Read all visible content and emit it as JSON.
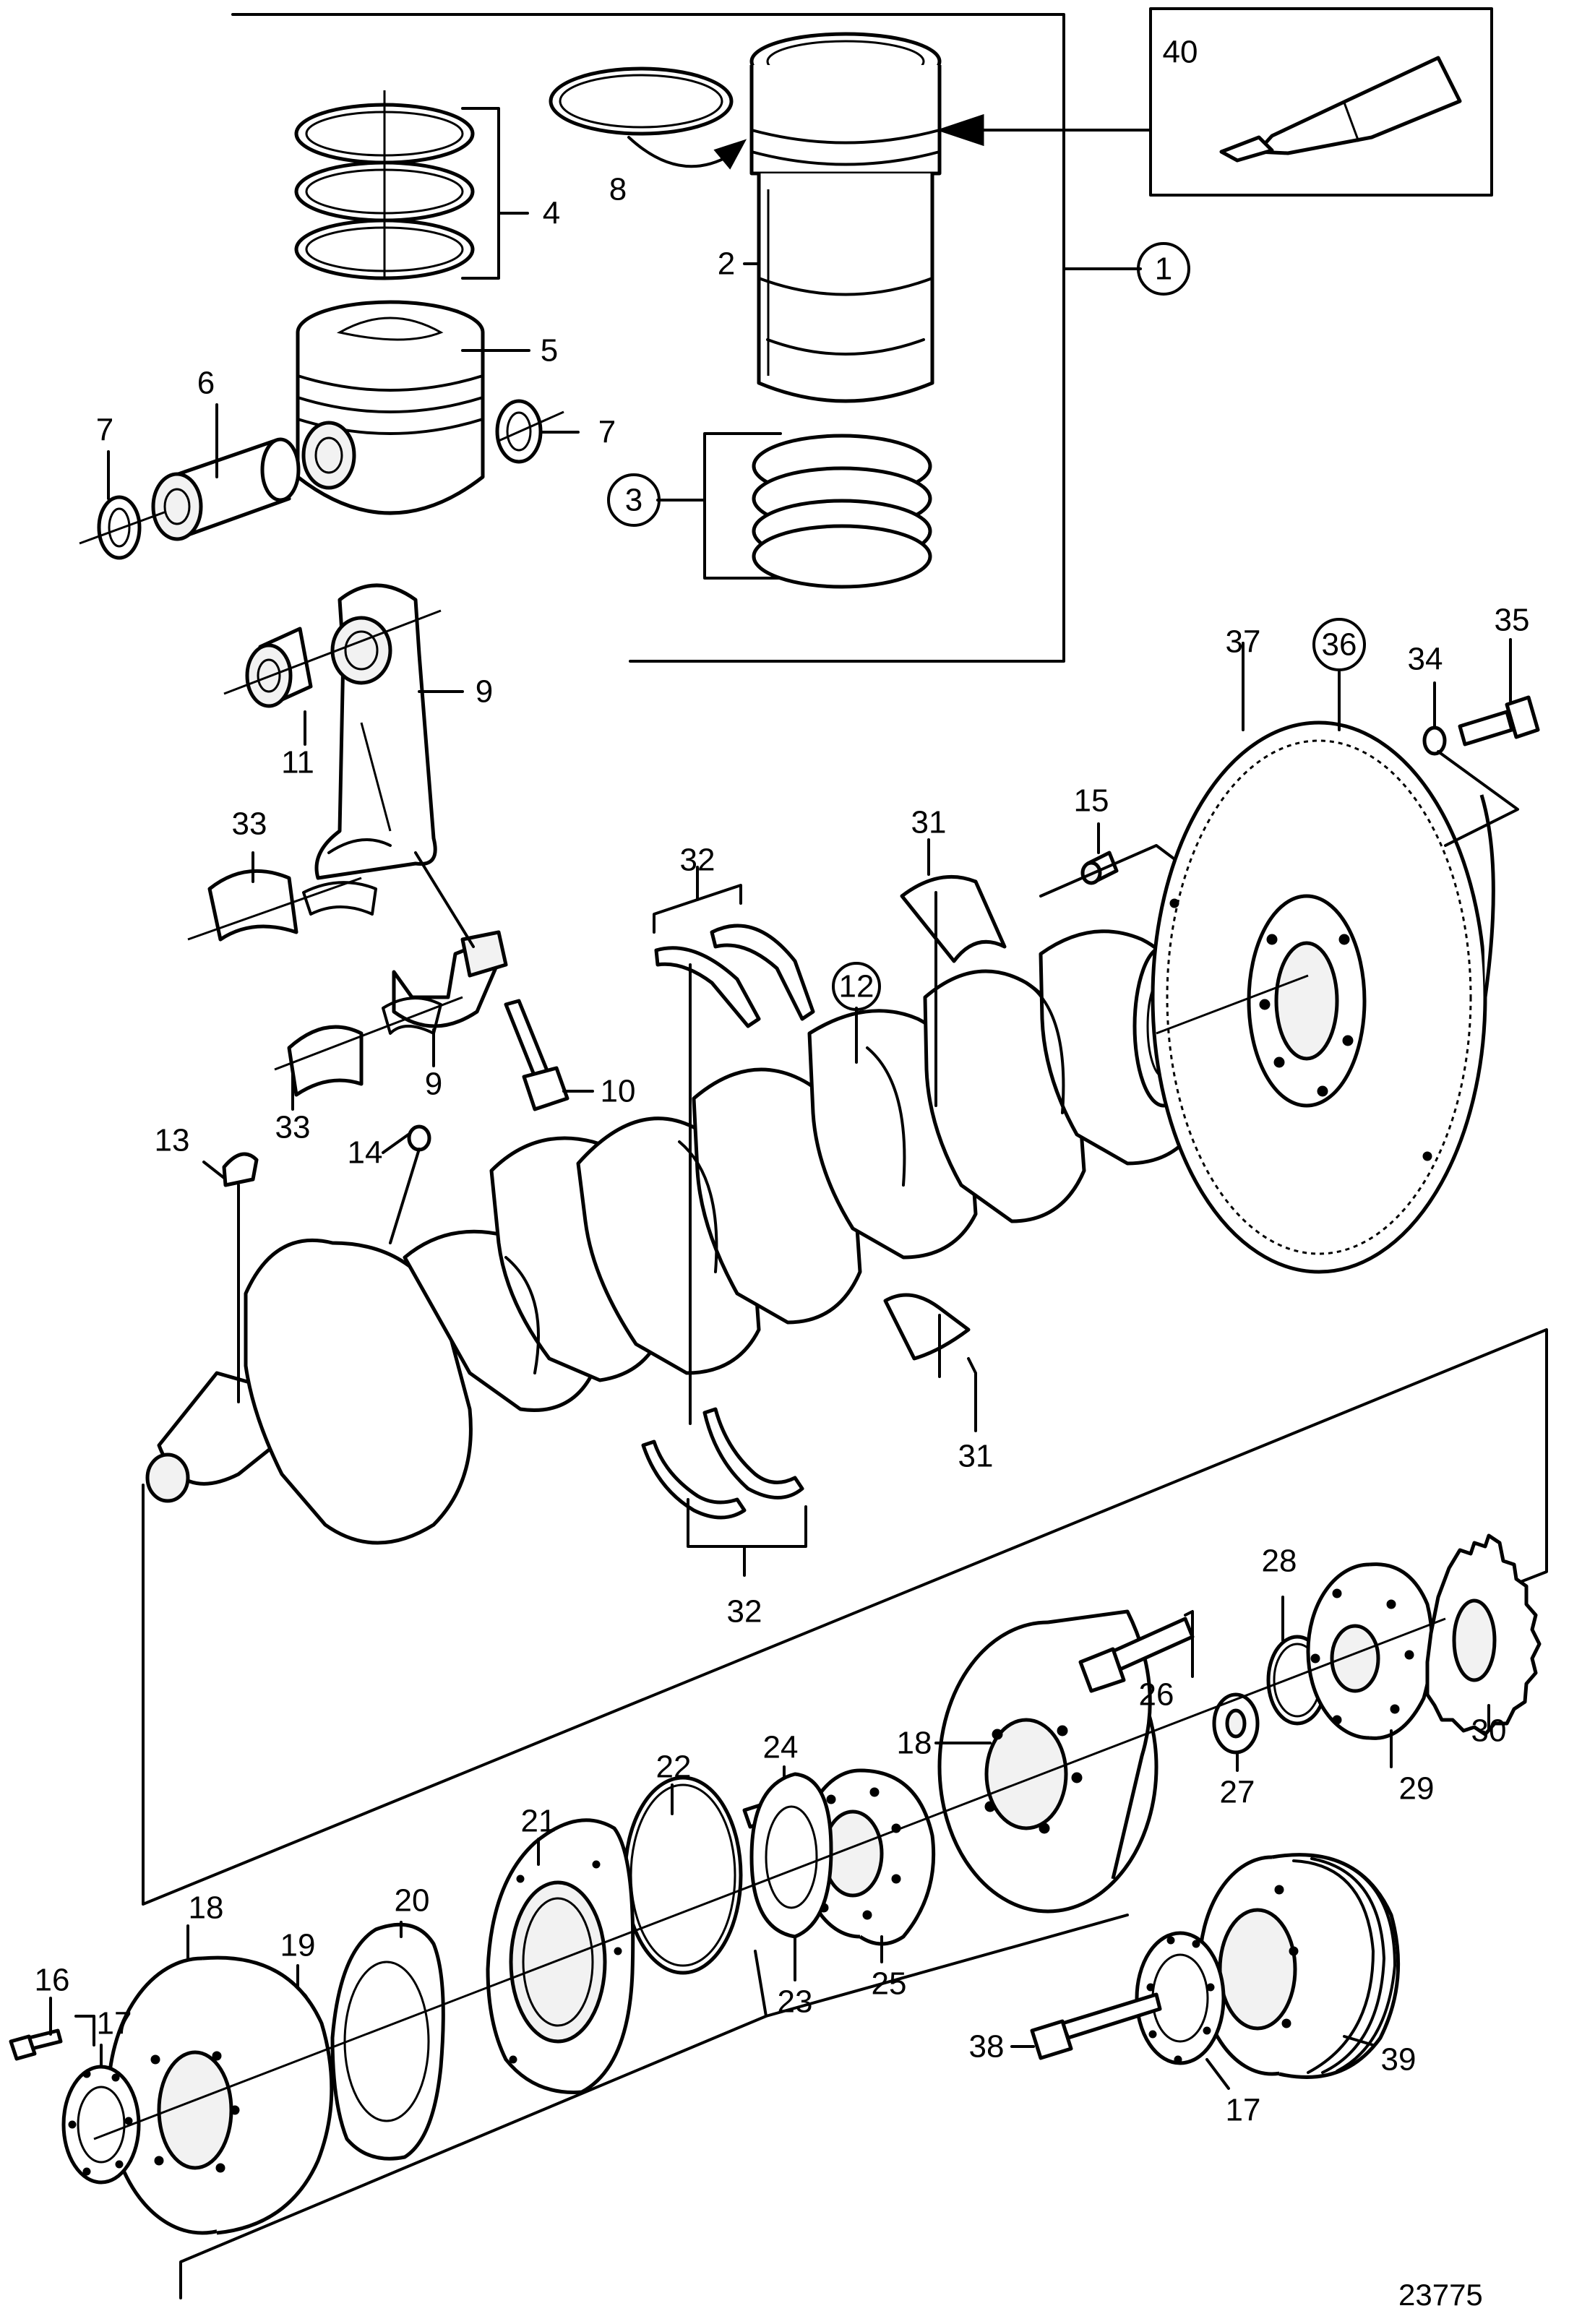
{
  "figure_ref": "23775",
  "callouts": [
    {
      "id": "c1",
      "text": "1",
      "circled": true
    },
    {
      "id": "c2",
      "text": "2"
    },
    {
      "id": "c3",
      "text": "3",
      "circled": true
    },
    {
      "id": "c4",
      "text": "4"
    },
    {
      "id": "c5",
      "text": "5"
    },
    {
      "id": "c6",
      "text": "6"
    },
    {
      "id": "c7a",
      "text": "7"
    },
    {
      "id": "c7b",
      "text": "7"
    },
    {
      "id": "c8",
      "text": "8"
    },
    {
      "id": "c9a",
      "text": "9"
    },
    {
      "id": "c9b",
      "text": "9"
    },
    {
      "id": "c10",
      "text": "10"
    },
    {
      "id": "c11",
      "text": "11"
    },
    {
      "id": "c12",
      "text": "12",
      "circled": true
    },
    {
      "id": "c13",
      "text": "13"
    },
    {
      "id": "c14",
      "text": "14"
    },
    {
      "id": "c15",
      "text": "15"
    },
    {
      "id": "c16",
      "text": "16"
    },
    {
      "id": "c17a",
      "text": "17"
    },
    {
      "id": "c17b",
      "text": "17"
    },
    {
      "id": "c18a",
      "text": "18"
    },
    {
      "id": "c18b",
      "text": "18"
    },
    {
      "id": "c19",
      "text": "19"
    },
    {
      "id": "c20",
      "text": "20"
    },
    {
      "id": "c21",
      "text": "21"
    },
    {
      "id": "c22",
      "text": "22"
    },
    {
      "id": "c23",
      "text": "23"
    },
    {
      "id": "c24",
      "text": "24"
    },
    {
      "id": "c25",
      "text": "25"
    },
    {
      "id": "c26",
      "text": "26"
    },
    {
      "id": "c27",
      "text": "27"
    },
    {
      "id": "c28",
      "text": "28"
    },
    {
      "id": "c29",
      "text": "29"
    },
    {
      "id": "c30",
      "text": "30"
    },
    {
      "id": "c31a",
      "text": "31"
    },
    {
      "id": "c31b",
      "text": "31"
    },
    {
      "id": "c32a",
      "text": "32"
    },
    {
      "id": "c32b",
      "text": "32"
    },
    {
      "id": "c33a",
      "text": "33"
    },
    {
      "id": "c33b",
      "text": "33"
    },
    {
      "id": "c34",
      "text": "34"
    },
    {
      "id": "c35",
      "text": "35"
    },
    {
      "id": "c36",
      "text": "36",
      "circled": true
    },
    {
      "id": "c37",
      "text": "37"
    },
    {
      "id": "c38",
      "text": "38"
    },
    {
      "id": "c39",
      "text": "39"
    },
    {
      "id": "c40",
      "text": "40"
    }
  ]
}
